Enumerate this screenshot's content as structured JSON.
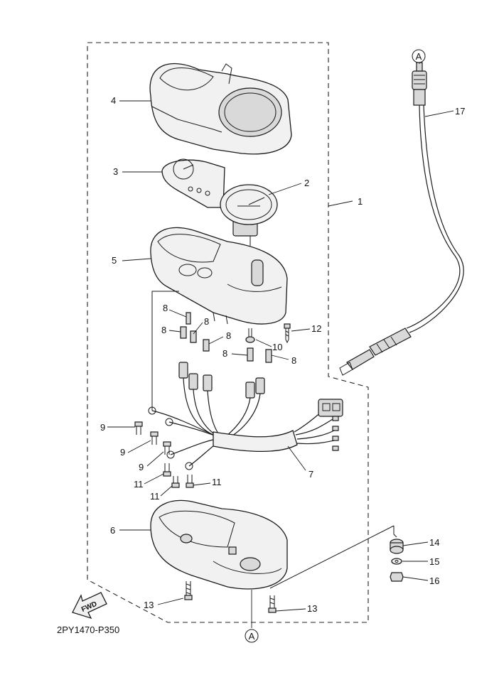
{
  "diagram": {
    "code": "2PY1470-P350",
    "fwd_label": "FWD",
    "ref_label": "A",
    "callouts": [
      {
        "id": "c1",
        "text": "1"
      },
      {
        "id": "c2",
        "text": "2"
      },
      {
        "id": "c3",
        "text": "3"
      },
      {
        "id": "c4",
        "text": "4"
      },
      {
        "id": "c5",
        "text": "5"
      },
      {
        "id": "c6",
        "text": "6"
      },
      {
        "id": "c7",
        "text": "7"
      },
      {
        "id": "c8a",
        "text": "8"
      },
      {
        "id": "c8b",
        "text": "8"
      },
      {
        "id": "c8c",
        "text": "8"
      },
      {
        "id": "c8d",
        "text": "8"
      },
      {
        "id": "c8e",
        "text": "8"
      },
      {
        "id": "c8f",
        "text": "8"
      },
      {
        "id": "c9a",
        "text": "9"
      },
      {
        "id": "c9b",
        "text": "9"
      },
      {
        "id": "c9c",
        "text": "9"
      },
      {
        "id": "c10",
        "text": "10"
      },
      {
        "id": "c11a",
        "text": "11"
      },
      {
        "id": "c11b",
        "text": "11"
      },
      {
        "id": "c11c",
        "text": "11"
      },
      {
        "id": "c12",
        "text": "12"
      },
      {
        "id": "c13a",
        "text": "13"
      },
      {
        "id": "c13b",
        "text": "13"
      },
      {
        "id": "c14",
        "text": "14"
      },
      {
        "id": "c15",
        "text": "15"
      },
      {
        "id": "c16",
        "text": "16"
      },
      {
        "id": "c17",
        "text": "17"
      }
    ]
  }
}
